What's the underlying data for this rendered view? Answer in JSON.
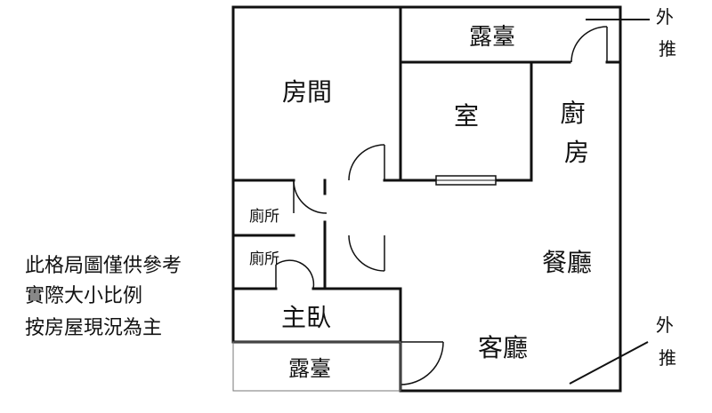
{
  "rooms": {
    "balcony_top": "露臺",
    "bedroom": "房間",
    "room": "室",
    "kitchen": "廚房",
    "bath_upper": "廁所",
    "bath_lower": "廁所",
    "dining": "餐廳",
    "master": "主臥",
    "living": "客廳",
    "balcony_bottom": "露臺"
  },
  "door_notes": {
    "top": [
      "外",
      "推"
    ],
    "bottom": [
      "外",
      "推"
    ]
  },
  "disclaimer": [
    "此格局圖僅供參考",
    "實際大小比例",
    "按房屋現況為主"
  ]
}
